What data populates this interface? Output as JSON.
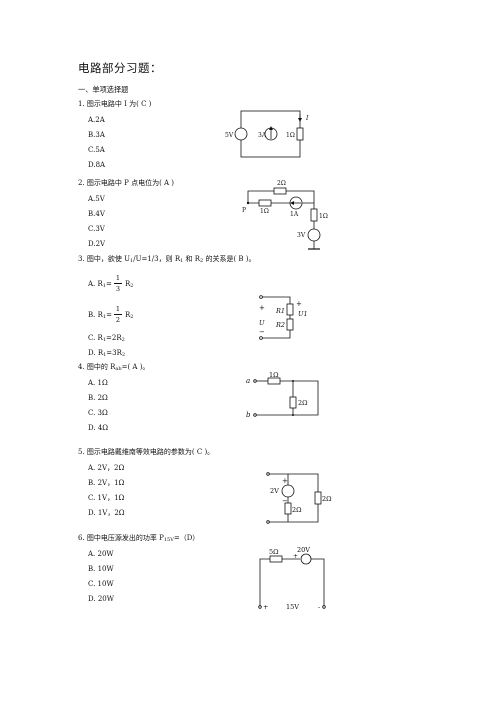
{
  "title": "电路部分习题：",
  "section": "一、单项选择题",
  "questions": [
    {
      "stem": "1. 图示电路中 I 为( C )",
      "options": [
        "A.2A",
        "B.3A",
        "C.5A",
        "D.8A"
      ],
      "circuit": {
        "source_v": "5V",
        "source_i": "3A",
        "resistor": "1Ω",
        "current": "I"
      }
    },
    {
      "stem": "2. 图示电路中 P 点电位为( A )",
      "options": [
        "A.5V",
        "B.4V",
        "C.3V",
        "D.2V"
      ],
      "circuit": {
        "r_top": "2Ω",
        "node": "P",
        "r_left": "1Ω",
        "source_i": "1A",
        "r_right": "1Ω",
        "source_v": "3V"
      }
    },
    {
      "stem_parts": [
        "3. 图中，欲使 U",
        "1",
        "/U=1/3，则 R",
        "1",
        " 和 R",
        "2",
        " 的关系是( B )。"
      ],
      "options_a": [
        "A. R",
        "1",
        "=",
        "1",
        "3",
        "R",
        "2"
      ],
      "options_b": [
        "B. R",
        "1",
        "=",
        "1",
        "2",
        "R",
        "2"
      ],
      "options_c": [
        "C. R",
        "1",
        "=2R",
        "2"
      ],
      "options_d": [
        "D. R",
        "1",
        "=3R",
        "2"
      ],
      "circuit": {
        "plus1": "+",
        "plus2": "+",
        "minus": "−",
        "r1": "R1",
        "r2": "R2",
        "u": "U",
        "u1": "U1"
      }
    },
    {
      "stem_parts": [
        "4. 图中的 R",
        "ab",
        "=( A )。"
      ],
      "options": [
        "A. 1Ω",
        "B. 2Ω",
        "C. 3Ω",
        "D. 4Ω"
      ],
      "circuit": {
        "a": "a",
        "b": "b",
        "r1": "1Ω",
        "r2": "2Ω"
      }
    },
    {
      "stem": "5. 图示电路戴维南等效电路的参数为( C )。",
      "options": [
        "A. 2V，2Ω",
        "B. 2V，1Ω",
        "C. 1V，1Ω",
        "D. 1V，2Ω"
      ],
      "circuit": {
        "source_v": "2V",
        "r_mid": "2Ω",
        "r_right": "2Ω",
        "plus": "+",
        "minus": "−"
      }
    },
    {
      "stem_parts": [
        "6. 图中电压源发出的功率 P",
        "15V",
        "=（D）"
      ],
      "options": [
        "A.    20W",
        "B.    10W",
        "C.   10W",
        "D.   20W"
      ],
      "circuit": {
        "r": "5Ω",
        "source_v": "20V",
        "bottom_v": "15V",
        "plus": "+",
        "minus": "-"
      }
    }
  ]
}
